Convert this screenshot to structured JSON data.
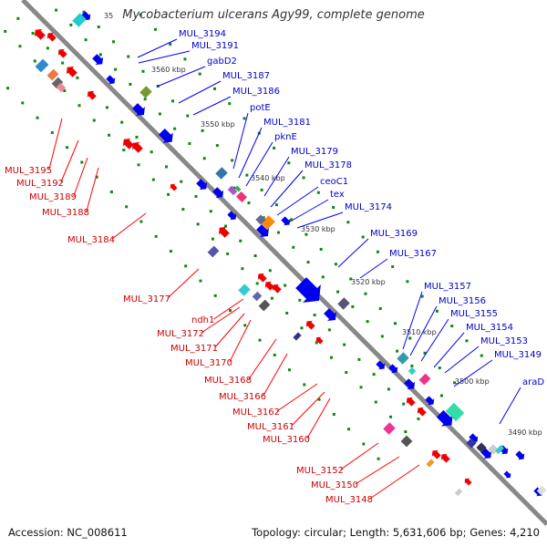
{
  "title": "Mycobacterium ulcerans Agy99, complete genome",
  "accession": "Accession: NC_008611",
  "summary": "Topology: circular; Length: 5,631,606 bp; Genes: 4,210",
  "colors": {
    "forward_gene": "#0000ee",
    "reverse_gene": "#ee0000",
    "forward_label": "#0000cc",
    "reverse_label": "#cc0000",
    "backbone": "#888888",
    "tick": "#118811",
    "scale_text": "#333333",
    "callout_forward": "#0000ff",
    "callout_reverse": "#ff0000"
  },
  "scale_marks": [
    {
      "label": "3560 kbp"
    },
    {
      "label": "3550 kbp"
    },
    {
      "label": "3540 kbp"
    },
    {
      "label": "3530 kbp"
    },
    {
      "label": "3520 kbp"
    },
    {
      "label": "3510 kbp"
    },
    {
      "label": "3500 kbp"
    },
    {
      "label": "3490 kbp"
    },
    {
      "label": "35"
    }
  ],
  "forward_labels": [
    "MUL_3194",
    "MUL_3191",
    "gabD2",
    "MUL_3187",
    "MUL_3186",
    "potE",
    "MUL_3181",
    "pknE",
    "MUL_3179",
    "MUL_3178",
    "ceoC1",
    "tex",
    "MUL_3174",
    "MUL_3169",
    "MUL_3167",
    "MUL_3157",
    "MUL_3156",
    "MUL_3155",
    "MUL_3154",
    "MUL_3153",
    "MUL_3149",
    "araD"
  ],
  "reverse_labels": [
    "MUL_3195",
    "MUL_3192",
    "MUL_3189",
    "MUL_3188",
    "MUL_3184",
    "MUL_3177",
    "ndh1",
    "MUL_3172",
    "MUL_3171",
    "MUL_3170",
    "MUL_3168",
    "MUL_3166",
    "MUL_3162",
    "MUL_3161",
    "MUL_3160",
    "MUL_3152",
    "MUL_3150",
    "MUL_3148"
  ]
}
